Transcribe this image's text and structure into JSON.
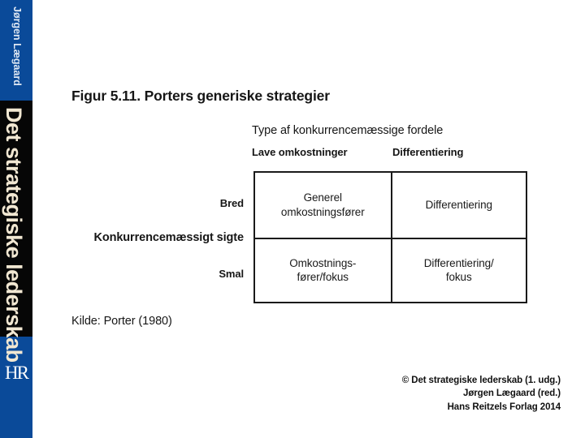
{
  "spine": {
    "author": "Jørgen Lægaard",
    "book_title": "Det strategiske lederskab",
    "publisher_mark": "HR",
    "top_color": "#0a4a99",
    "mid_color": "#060606",
    "bottom_color": "#0a4a99"
  },
  "figure": {
    "title": "Figur 5.11. Porters generiske strategier",
    "source": "Kilde: Porter (1980)"
  },
  "matrix": {
    "column_axis_title": "Type af konkurrencemæssige fordele",
    "row_axis_title": "Konkurrencemæssigt sigte",
    "column_headers": [
      "Lave omkostninger",
      "Differentiering"
    ],
    "row_headers": [
      "Bred",
      "Smal"
    ],
    "cells": [
      [
        "Generel\nomkostningsfører",
        "Differentiering"
      ],
      [
        "Omkostnings-\nfører/fokus",
        "Differentiering/\nfokus"
      ]
    ],
    "border_color": "#1a1a1a"
  },
  "copyright": {
    "line1": "© Det strategiske lederskab (1. udg.)",
    "line2": "Jørgen Lægaard (red.)",
    "line3": "Hans Reitzels Forlag 2014"
  }
}
